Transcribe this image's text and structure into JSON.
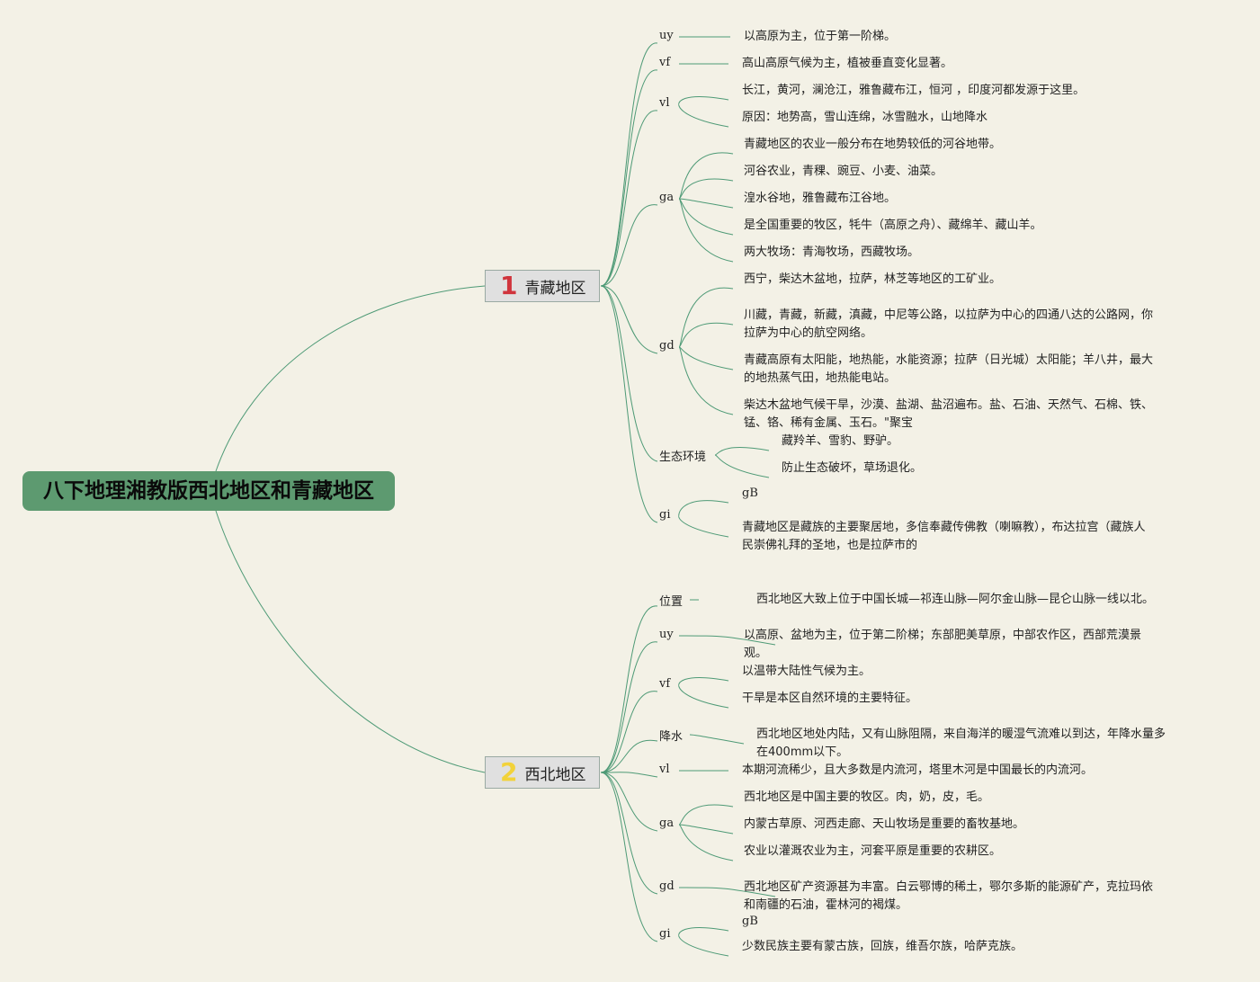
{
  "root": {
    "title": "八下地理湘教版西北地区和青藏地区"
  },
  "regions": [
    {
      "number": "1",
      "number_color": "#d0353d",
      "name": "青藏地区",
      "branches": [
        {
          "label": "uy",
          "leaves": [
            [
              "以高原为主，位于第一阶梯。"
            ]
          ]
        },
        {
          "label": "vf",
          "leaves": [
            [
              "高山高原气候为主，植被垂直变化显著。"
            ]
          ]
        },
        {
          "label": "vl",
          "leaves": [
            [
              "长江，黄河，澜沧江，雅鲁藏布江，恒河 ，印度河都发源于这里。"
            ],
            [
              "原因：地势高，雪山连绵，冰雪融水，山地降水"
            ]
          ]
        },
        {
          "label": "ga",
          "leaves": [
            [
              "青藏地区的农业一般分布在地势较低的河谷地带。"
            ],
            [
              "河谷农业，青稞、豌豆、小麦、油菜。"
            ],
            [
              "湟水谷地，雅鲁藏布江谷地。"
            ],
            [
              "是全国重要的牧区，牦牛（高原之舟）、藏绵羊、藏山羊。"
            ],
            [
              "两大牧场：青海牧场，西藏牧场。"
            ]
          ]
        },
        {
          "label": "gd",
          "leaves": [
            [
              "西宁，柴达木盆地，拉萨，林芝等地区的工矿业。"
            ],
            [
              "川藏，青藏，新藏，滇藏，中尼等公路，以拉萨为中心的四通八达的公路网，你",
              "拉萨为中心的航空网络。"
            ],
            [
              "青藏高原有太阳能，地热能，水能资源；拉萨（日光城）太阳能；羊八井，最大",
              "的地热蒸气田，地热能电站。"
            ],
            [
              "柴达木盆地气候干旱，沙漠、盐湖、盐沼遍布。盐、石油、天然气、石棉、铁、",
              "锰、铬、稀有金属、玉石。\"聚宝"
            ]
          ]
        },
        {
          "label": "生态环境",
          "leaves": [
            [
              "藏羚羊、雪豹、野驴。"
            ],
            [
              "防止生态破坏，草场退化。"
            ]
          ]
        },
        {
          "label": "gi",
          "leaves": [
            [
              "gB"
            ],
            [
              "青藏地区是藏族的主要聚居地，多信奉藏传佛教（喇嘛教），布达拉宫（藏族人",
              "民崇佛礼拜的圣地，也是拉萨市的"
            ]
          ]
        }
      ]
    },
    {
      "number": "2",
      "number_color": "#f2d23a",
      "name": "西北地区",
      "branches": [
        {
          "label": "位置",
          "leaves": [
            [
              "西北地区大致上位于中国长城—祁连山脉—阿尔金山脉—昆仑山脉一线以北。"
            ]
          ]
        },
        {
          "label": "uy",
          "leaves": [
            [
              "以高原、盆地为主，位于第二阶梯；东部肥美草原，中部农作区，西部荒漠景",
              "观。"
            ]
          ]
        },
        {
          "label": "vf",
          "leaves": [
            [
              "以温带大陆性气候为主。"
            ],
            [
              "干旱是本区自然环境的主要特征。"
            ]
          ]
        },
        {
          "label": "降水",
          "leaves": [
            [
              "西北地区地处内陆，又有山脉阻隔，来自海洋的暖湿气流难以到达，年降水量多",
              "在400mm以下。"
            ]
          ]
        },
        {
          "label": "vl",
          "leaves": [
            [
              "本期河流稀少，且大多数是内流河，塔里木河是中国最长的内流河。"
            ]
          ]
        },
        {
          "label": "ga",
          "leaves": [
            [
              "西北地区是中国主要的牧区。肉，奶，皮，毛。"
            ],
            [
              "内蒙古草原、河西走廊、天山牧场是重要的畜牧基地。"
            ],
            [
              "农业以灌溉农业为主，河套平原是重要的农耕区。"
            ]
          ]
        },
        {
          "label": "gd",
          "leaves": [
            [
              "西北地区矿产资源甚为丰富。白云鄂博的稀土，鄂尔多斯的能源矿产，克拉玛依",
              "和南疆的石油，霍林河的褐煤。"
            ]
          ]
        },
        {
          "label": "gi",
          "leaves": [
            [
              "gB"
            ],
            [
              "少数民族主要有蒙古族，回族，维吾尔族，哈萨克族。"
            ]
          ]
        }
      ]
    }
  ]
}
